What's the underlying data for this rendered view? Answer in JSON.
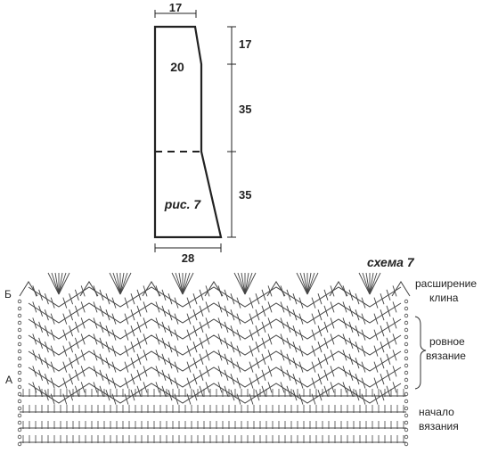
{
  "pattern_piece": {
    "top_width": "17",
    "bottom_width": "28",
    "inner_number": "20",
    "caption": "рис. 7",
    "side_segments": [
      "17",
      "35",
      "35"
    ]
  },
  "chart": {
    "title": "схема 7",
    "row_marker_top": "Б",
    "row_marker_bottom": "А",
    "annotations": {
      "increase_line1": "расширение",
      "increase_line2": "клина",
      "even_line1": "ровное",
      "even_line2": "вязание",
      "start_line1": "начало",
      "start_line2": "вязания"
    }
  }
}
